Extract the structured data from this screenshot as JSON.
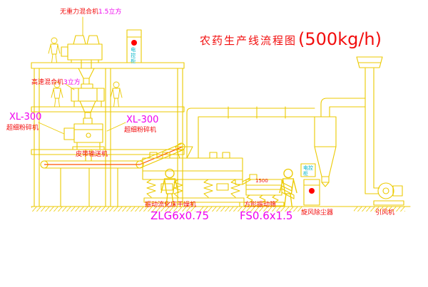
{
  "title": {
    "text": "农药生产线流程图",
    "capacity": "(500kg/h)"
  },
  "labels": {
    "gravity_mixer": {
      "name": "无重力混合机",
      "spec": "1.5立方"
    },
    "high_speed_mixer": {
      "name": "高速混合机",
      "spec": "3立方"
    },
    "mill_left": {
      "model": "XL-300",
      "name": "超细粉碎机"
    },
    "mill_mid": {
      "model": "XL-300",
      "name": "超细粉碎机"
    },
    "belt_conveyor": {
      "name": "皮带输送机"
    },
    "dryer": {
      "name": "振动流化床干燥机",
      "model": "ZLG6x0.75"
    },
    "sieve": {
      "name": "方形振动筛",
      "model": "FS0.6x1.5",
      "dim": "1500"
    },
    "cyclone": {
      "name": "旋风除尘器"
    },
    "fan": {
      "name": "引风机"
    },
    "control_cabinet": {
      "name": "电控柜"
    }
  },
  "colors": {
    "background": "#ffffff",
    "line": "#ecca00",
    "red": "#f20d0d",
    "magenta": "#ee00ee",
    "cyan": "#00b4c8",
    "accent": "#ff5500",
    "dot": "#ff0000"
  }
}
